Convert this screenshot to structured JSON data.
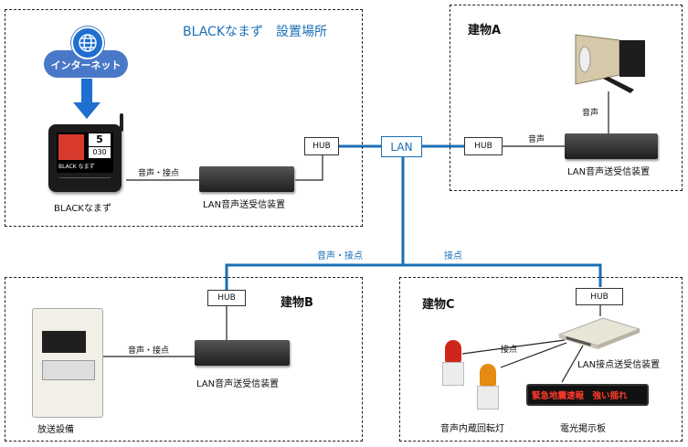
{
  "site": {
    "title": "BLACKなまず　設置場所",
    "internet": "インターネット",
    "device_label": "BLACKなまず",
    "screen_number": "5",
    "screen_time": "030",
    "screen_brand": "BLACK なまず",
    "link_label": "音声・接点",
    "transceiver_label": "LAN音声送受信装置",
    "hub": "HUB"
  },
  "lan": {
    "label": "LAN",
    "branch_left": "音声・接点",
    "branch_right": "接点"
  },
  "building_a": {
    "title": "建物A",
    "hub": "HUB",
    "link_label": "音声",
    "speaker_label": "音声",
    "transceiver_label": "LAN音声送受信装置"
  },
  "building_b": {
    "title": "建物B",
    "hub": "HUB",
    "link_label": "音声・接点",
    "transceiver_label": "LAN音声送受信装置",
    "equipment_label": "放送設備"
  },
  "building_c": {
    "title": "建物C",
    "hub": "HUB",
    "link_label": "接点",
    "transceiver_label": "LAN接点送受信装置",
    "lamp_label": "音声内蔵回転灯",
    "board_label": "電光掲示板",
    "board_text": "緊急地震速報　強い揺れ"
  },
  "colors": {
    "lan": "#1a6fb5",
    "title_blue": "#1a6fb5",
    "arrow": "#1f6fd0"
  }
}
